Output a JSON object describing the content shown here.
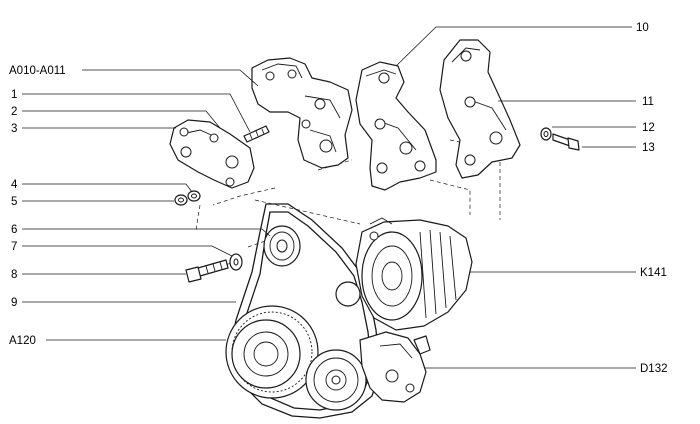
{
  "labels": {
    "a010_a011": "A010-A011",
    "p1": "1",
    "p2": "2",
    "p3": "3",
    "p4": "4",
    "p5": "5",
    "p6": "6",
    "p7": "7",
    "p8": "8",
    "p9": "9",
    "a120": "A120",
    "p10": "10",
    "p11": "11",
    "p12": "12",
    "p13": "13",
    "k141": "K141",
    "d132": "D132"
  }
}
